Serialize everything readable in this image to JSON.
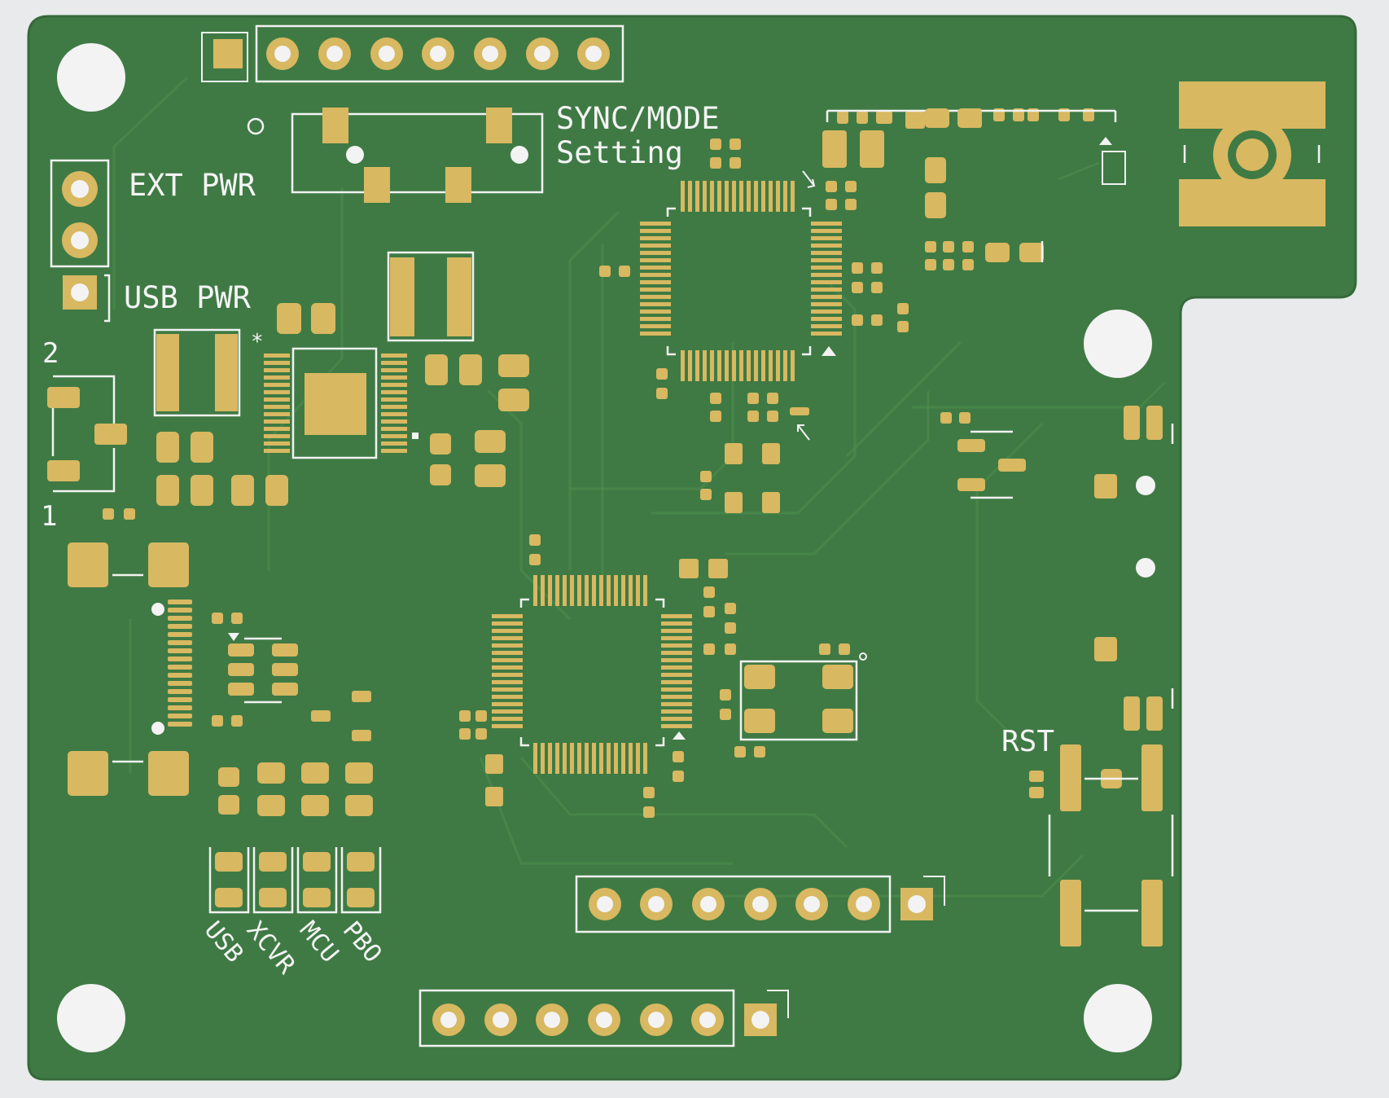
{
  "board": {
    "colors": {
      "background": "#e8eaec",
      "soldermask": "#3f7a44",
      "copper_pad": "#d8b861",
      "silkscreen": "#f2f2f2",
      "trace": "#4f8e4e",
      "hole": "#f3f3f3"
    },
    "labels": {
      "sync_mode": "SYNC/MODE",
      "setting": "Setting",
      "ext_pwr": "EXT PWR",
      "usb_pwr": "USB PWR",
      "pin2": "2",
      "pin1": "1",
      "rst": "RST",
      "star": "*",
      "led_usb": "USB",
      "led_xcvr": "XCVR",
      "led_mcu": "MCU",
      "led_pbo": "PBO"
    }
  }
}
